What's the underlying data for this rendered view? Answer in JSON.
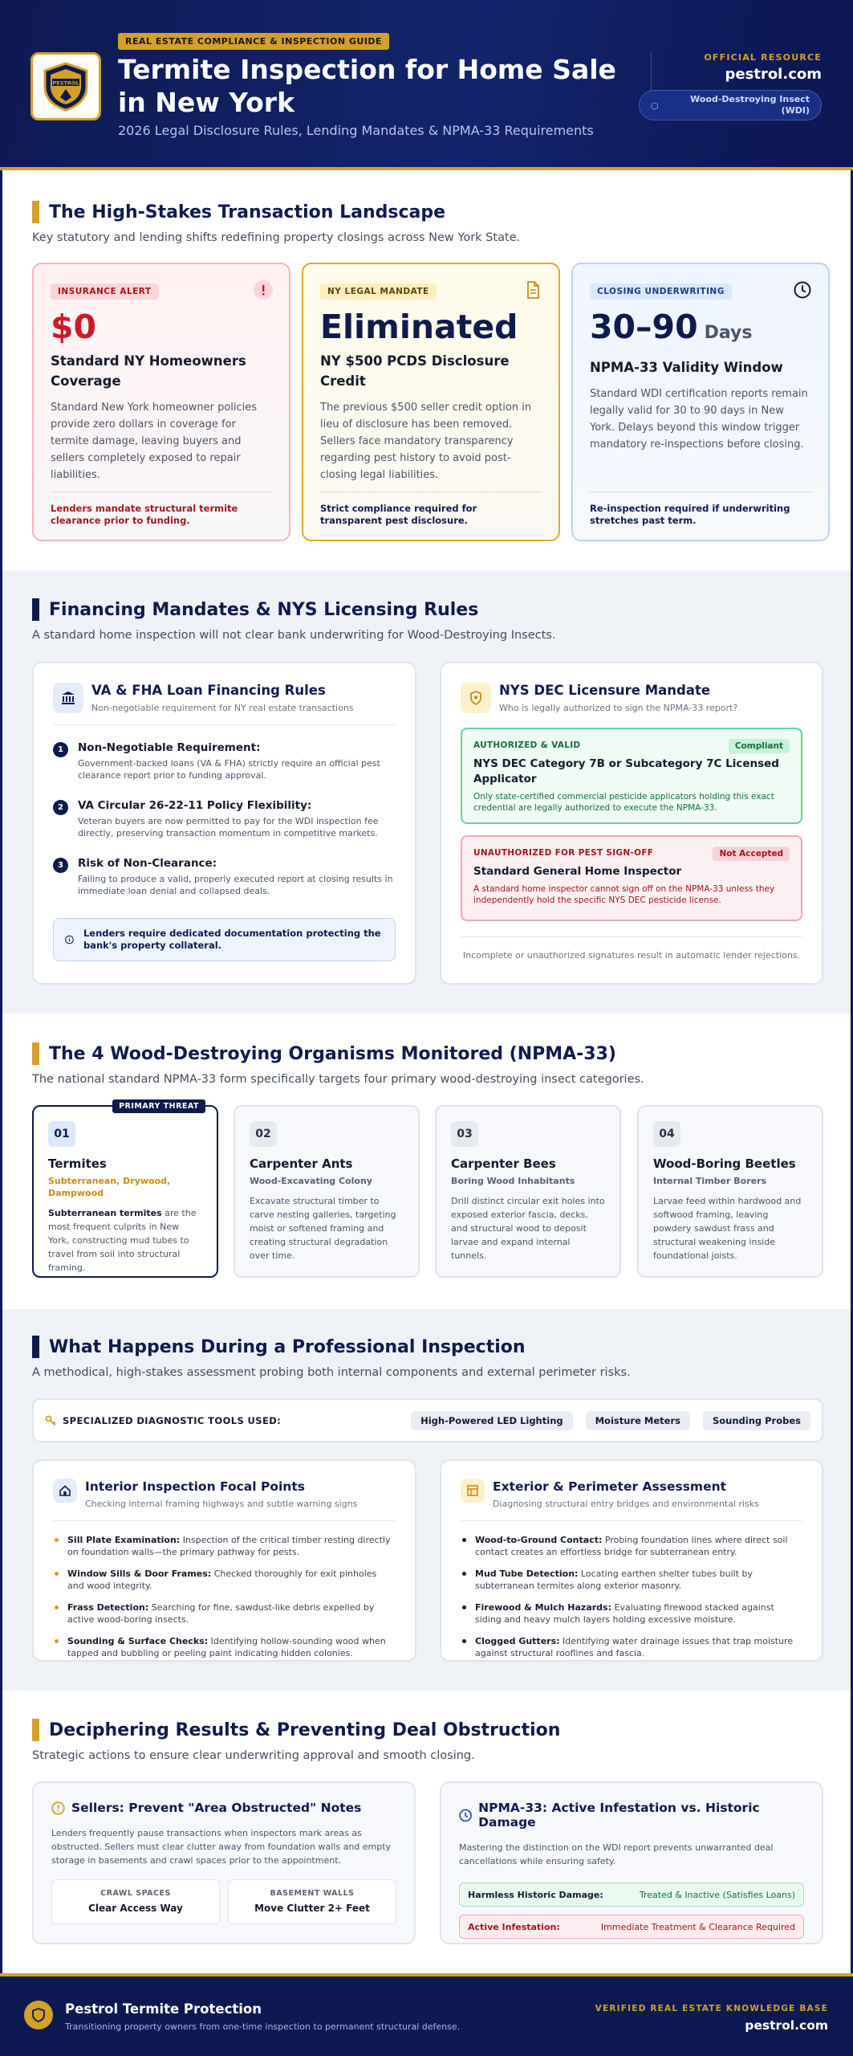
{
  "header": {
    "eyebrow": "REAL ESTATE COMPLIANCE & INSPECTION GUIDE",
    "title": "Termite Inspection for Home Sale in New York",
    "subtitle": "2026 Legal Disclosure Rules, Lending Mandates & NPMA-33 Requirements",
    "official_label": "OFFICIAL RESOURCE",
    "site": "pestrol.com",
    "wdi_pill": "Wood-Destroying Insect (WDI)",
    "logo_text": "PESTROL"
  },
  "landscape": {
    "title": "The High-Stakes Transaction Landscape",
    "subtitle": "Key statutory and lending shifts redefining property closings across New York State.",
    "cards": [
      {
        "tag": "INSURANCE ALERT",
        "big": "$0",
        "title": "Standard NY Homeowners Coverage",
        "body": "Standard New York homeowner policies provide zero dollars in coverage for termite damage, leaving buyers and sellers completely exposed to repair liabilities.",
        "foot": "Lenders mandate structural termite clearance prior to funding.",
        "icon": "alert-icon"
      },
      {
        "tag": "NY LEGAL MANDATE",
        "big": "Eliminated",
        "title": "NY $500 PCDS Disclosure Credit",
        "body": "The previous $500 seller credit option in lieu of disclosure has been removed. Sellers face mandatory transparency regarding pest history to avoid post-closing legal liabilities.",
        "foot": "Strict compliance required for transparent pest disclosure.",
        "icon": "document-icon"
      },
      {
        "tag": "CLOSING UNDERWRITING",
        "big": "30–90",
        "big_unit": "Days",
        "title": "NPMA-33 Validity Window",
        "body": "Standard WDI certification reports remain legally valid for 30 to 90 days in New York. Delays beyond this window trigger mandatory re-inspections before closing.",
        "foot": "Re-inspection required if underwriting stretches past term.",
        "icon": "clock-icon"
      }
    ]
  },
  "financing": {
    "title": "Financing Mandates & NYS Licensing Rules",
    "subtitle": "A standard home inspection will not clear bank underwriting for Wood-Destroying Insects.",
    "left": {
      "title": "VA & FHA Loan Financing Rules",
      "subtitle": "Non-negotiable requirement for NY real estate transactions",
      "items": [
        {
          "n": "1",
          "title": "Non-Negotiable Requirement:",
          "desc": "Government-backed loans (VA & FHA) strictly require an official pest clearance report prior to funding approval."
        },
        {
          "n": "2",
          "title": "VA Circular 26-22-11 Policy Flexibility:",
          "desc": "Veteran buyers are now permitted to pay for the WDI inspection fee directly, preserving transaction momentum in competitive markets."
        },
        {
          "n": "3",
          "title": "Risk of Non-Clearance:",
          "desc": "Failing to produce a valid, properly executed report at closing results in immediate loan denial and collapsed deals."
        }
      ],
      "callout": "Lenders require dedicated documentation protecting the bank's property collateral."
    },
    "right": {
      "title": "NYS DEC Licensure Mandate",
      "subtitle": "Who is legally authorized to sign the NPMA-33 report?",
      "authorized": {
        "label": "AUTHORIZED & VALID",
        "pill": "Compliant",
        "heading": "NYS DEC Category 7B or Subcategory 7C Licensed Applicator",
        "desc": "Only state-certified commercial pesticide applicators holding this exact credential are legally authorized to execute the NPMA-33."
      },
      "unauthorized": {
        "label": "UNAUTHORIZED FOR PEST SIGN-OFF",
        "pill": "Not Accepted",
        "heading": "Standard General Home Inspector",
        "desc": "A standard home inspector cannot sign off on the NPMA-33 unless they independently hold the specific NYS DEC pesticide license."
      },
      "footnote": "Incomplete or unauthorized signatures result in automatic lender rejections."
    }
  },
  "organisms": {
    "title": "The 4 Wood-Destroying Organisms Monitored (NPMA-33)",
    "subtitle": "The national standard NPMA-33 form specifically targets four primary wood-destroying insect categories.",
    "primary_badge": "PRIMARY THREAT",
    "items": [
      {
        "num": "01",
        "name": "Termites",
        "sub": "Subterranean, Drywood, Dampwood",
        "desc_bold": "Subterranean termites",
        "desc": " are the most frequent culprits in New York, constructing mud tubes to travel from soil into structural framing."
      },
      {
        "num": "02",
        "name": "Carpenter Ants",
        "sub": "Wood-Excavating Colony",
        "desc": "Excavate structural timber to carve nesting galleries, targeting moist or softened framing and creating structural degradation over time."
      },
      {
        "num": "03",
        "name": "Carpenter Bees",
        "sub": "Boring Wood Inhabitants",
        "desc": "Drill distinct circular exit holes into exposed exterior fascia, decks, and structural wood to deposit larvae and expand internal tunnels."
      },
      {
        "num": "04",
        "name": "Wood-Boring Beetles",
        "sub": "Internal Timber Borers",
        "desc": "Larvae feed within hardwood and softwood framing, leaving powdery sawdust frass and structural weakening inside foundational joists."
      }
    ]
  },
  "inspection": {
    "title": "What Happens During a Professional Inspection",
    "subtitle": "A methodical, high-stakes assessment probing both internal components and external perimeter risks.",
    "tools_label": "SPECIALIZED DIAGNOSTIC TOOLS USED:",
    "tools": [
      "High-Powered LED Lighting",
      "Moisture Meters",
      "Sounding Probes"
    ],
    "interior": {
      "title": "Interior Inspection Focal Points",
      "subtitle": "Checking internal framing highways and subtle warning signs",
      "items": [
        {
          "k": "Sill Plate Examination:",
          "v": " Inspection of the critical timber resting directly on foundation walls—the primary pathway for pests."
        },
        {
          "k": "Window Sills & Door Frames:",
          "v": " Checked thoroughly for exit pinholes and wood integrity."
        },
        {
          "k": "Frass Detection:",
          "v": " Searching for fine, sawdust-like debris expelled by active wood-boring insects."
        },
        {
          "k": "Sounding & Surface Checks:",
          "v": " Identifying hollow-sounding wood when tapped and bubbling or peeling paint indicating hidden colonies."
        }
      ]
    },
    "exterior": {
      "title": "Exterior & Perimeter Assessment",
      "subtitle": "Diagnosing structural entry bridges and environmental risks",
      "items": [
        {
          "k": "Wood-to-Ground Contact:",
          "v": " Probing foundation lines where direct soil contact creates an effortless bridge for subterranean entry."
        },
        {
          "k": "Mud Tube Detection:",
          "v": " Locating earthen shelter tubes built by subterranean termites along exterior masonry."
        },
        {
          "k": "Firewood & Mulch Hazards:",
          "v": " Evaluating firewood stacked against siding and heavy mulch layers holding excessive moisture."
        },
        {
          "k": "Clogged Gutters:",
          "v": " Identifying water drainage issues that trap moisture against structural rooflines and fascia."
        }
      ]
    }
  },
  "results": {
    "title": "Deciphering Results & Preventing Deal Obstruction",
    "subtitle": "Strategic actions to ensure clear underwriting approval and smooth closing.",
    "sellers": {
      "title": "Sellers: Prevent \"Area Obstructed\" Notes",
      "body": "Lenders frequently pause transactions when inspectors mark areas as obstructed. Sellers must clear clutter away from foundation walls and empty storage in basements and crawl spaces prior to the appointment.",
      "boxes": [
        {
          "label": "CRAWL SPACES",
          "value": "Clear Access Way"
        },
        {
          "label": "BASEMENT WALLS",
          "value": "Move Clutter 2+ Feet"
        }
      ]
    },
    "npma": {
      "title": "NPMA-33: Active Infestation vs. Historic Damage",
      "body": "Mastering the distinction on the WDI report prevents unwarranted deal cancellations while ensuring safety.",
      "rows": [
        {
          "k": "Harmless Historic Damage:",
          "v": "Treated & Inactive (Satisfies Loans)"
        },
        {
          "k": "Active Infestation:",
          "v": "Immediate Treatment & Clearance Required"
        }
      ]
    }
  },
  "footer": {
    "name": "Pestrol Termite Protection",
    "tagline": "Transitioning property owners from one-time inspection to permanent structural defense.",
    "verified": "VERIFIED REAL ESTATE KNOWLEDGE BASE",
    "site": "pestrol.com"
  },
  "colors": {
    "navy": "#0f1b4d",
    "gold": "#d4a02a",
    "alert_red": "#cc1b27",
    "compliant_green": "#14713f"
  }
}
